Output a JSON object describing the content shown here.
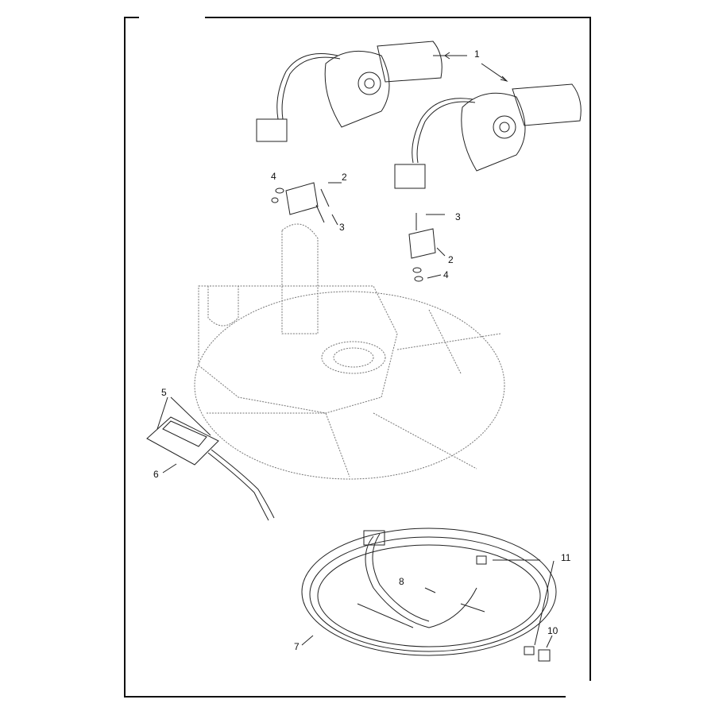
{
  "diagram": {
    "type": "exploded parts diagram",
    "callouts": [
      {
        "id": "c1",
        "label": "1"
      },
      {
        "id": "c2a",
        "label": "2"
      },
      {
        "id": "c4a",
        "label": "4"
      },
      {
        "id": "c3a",
        "label": "3"
      },
      {
        "id": "c3b",
        "label": "3"
      },
      {
        "id": "c2b",
        "label": "2"
      },
      {
        "id": "c4b",
        "label": "4"
      },
      {
        "id": "c5",
        "label": "5"
      },
      {
        "id": "c6",
        "label": "6"
      },
      {
        "id": "c8",
        "label": "8"
      },
      {
        "id": "c7",
        "label": "7"
      },
      {
        "id": "c11",
        "label": "11"
      },
      {
        "id": "c10",
        "label": "10"
      }
    ],
    "colors": {
      "line": "#222222",
      "phantom": "#777777",
      "background": "#ffffff"
    }
  }
}
